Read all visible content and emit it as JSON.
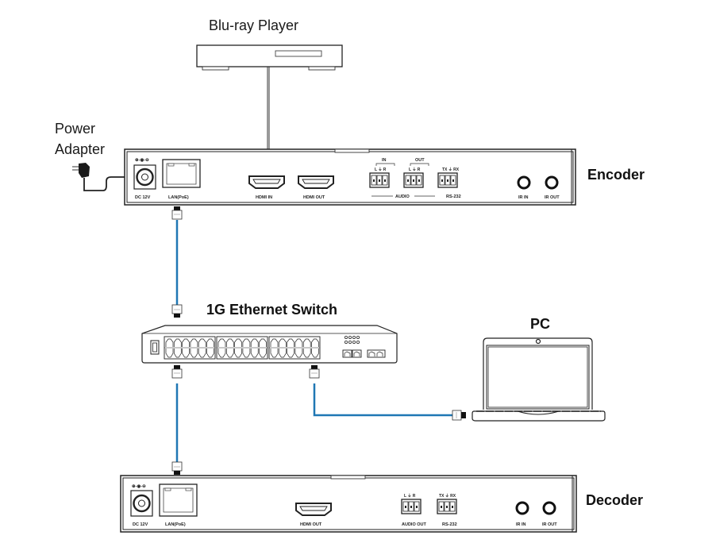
{
  "labels": {
    "bluray": "Blu-ray Player",
    "power_line1": "Power",
    "power_line2": "Adapter",
    "encoder": "Encoder",
    "switch": "1G Ethernet Switch",
    "pc": "PC",
    "decoder": "Decoder"
  },
  "encoder_ports": {
    "polarity": "⊕-◉-⊖",
    "dc": "DC 12V",
    "lan": "LAN(PoE)",
    "hdmi_in": "HDMI IN",
    "hdmi_out": "HDMI OUT",
    "audio_in": "IN",
    "audio_out": "OUT",
    "audio_lgr_in": "L  ⏚  R",
    "audio_lgr_out": "L  ⏚  R",
    "rs232_pins": "TX ⏚ RX",
    "audio": "AUDIO",
    "rs232": "RS-232",
    "ir_in": "IR IN",
    "ir_out": "IR OUT"
  },
  "decoder_ports": {
    "polarity": "⊕-◉-⊖",
    "dc": "DC 12V",
    "lan": "LAN(PoE)",
    "hdmi_out": "HDMI OUT",
    "audio_lgr": "L  ⏚  R",
    "rs232_pins": "TX ⏚ RX",
    "audio_out": "AUDIO OUT",
    "rs232": "RS-232",
    "ir_in": "IR IN",
    "ir_out": "IR OUT"
  },
  "colors": {
    "network_cable": "#1f77b4",
    "line": "#222222"
  },
  "connections": [
    {
      "from": "Blu-ray Player",
      "to": "Encoder HDMI IN",
      "type": "HDMI"
    },
    {
      "from": "Power Adapter",
      "to": "Encoder DC 12V",
      "type": "power"
    },
    {
      "from": "Encoder LAN(PoE)",
      "to": "1G Ethernet Switch",
      "type": "ethernet"
    },
    {
      "from": "1G Ethernet Switch",
      "to": "PC",
      "type": "ethernet"
    },
    {
      "from": "1G Ethernet Switch",
      "to": "Decoder LAN(PoE)",
      "type": "ethernet"
    }
  ]
}
